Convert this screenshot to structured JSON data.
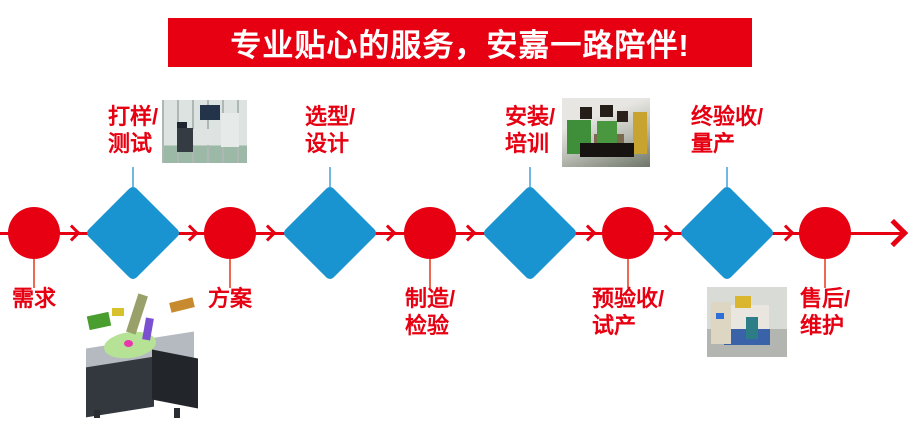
{
  "banner": {
    "text": "专业贴心的服务，安嘉一路陪伴!"
  },
  "colors": {
    "red": "#e60012",
    "blue": "#1a94d0",
    "stem_red": "#ec6a52",
    "stem_blue": "#6fb9e2",
    "banner_bg": "#e60012",
    "banner_fg": "#ffffff"
  },
  "flow": {
    "nodes": [
      {
        "shape": "circle",
        "label": "需求",
        "lines": [
          "需求"
        ]
      },
      {
        "shape": "diamond",
        "label": "打样/测试",
        "lines": [
          "打样/",
          "测试"
        ]
      },
      {
        "shape": "circle",
        "label": "方案",
        "lines": [
          "方案"
        ]
      },
      {
        "shape": "diamond",
        "label": "选型/设计",
        "lines": [
          "选型/",
          "设计"
        ]
      },
      {
        "shape": "circle",
        "label": "制造/检验",
        "lines": [
          "制造/",
          "检验"
        ]
      },
      {
        "shape": "diamond",
        "label": "安装/培训",
        "lines": [
          "安装/",
          "培训"
        ]
      },
      {
        "shape": "circle",
        "label": "预验收/试产",
        "lines": [
          "预验收/",
          "试产"
        ]
      },
      {
        "shape": "diamond",
        "label": "终验收/量产",
        "lines": [
          "终验收/",
          "量产"
        ]
      },
      {
        "shape": "circle",
        "label": "售后/维护",
        "lines": [
          "售后/",
          "维护"
        ]
      }
    ]
  },
  "photos": [
    {
      "name": "sampling-test-photo",
      "depicts": "engineer testing a machine in workshop"
    },
    {
      "name": "cad-machine-render",
      "depicts": "3D CAD model of automation machine"
    },
    {
      "name": "installation-training-photo",
      "depicts": "technicians working together on equipment"
    },
    {
      "name": "final-acceptance-photo",
      "depicts": "machines and worker on factory floor"
    }
  ]
}
